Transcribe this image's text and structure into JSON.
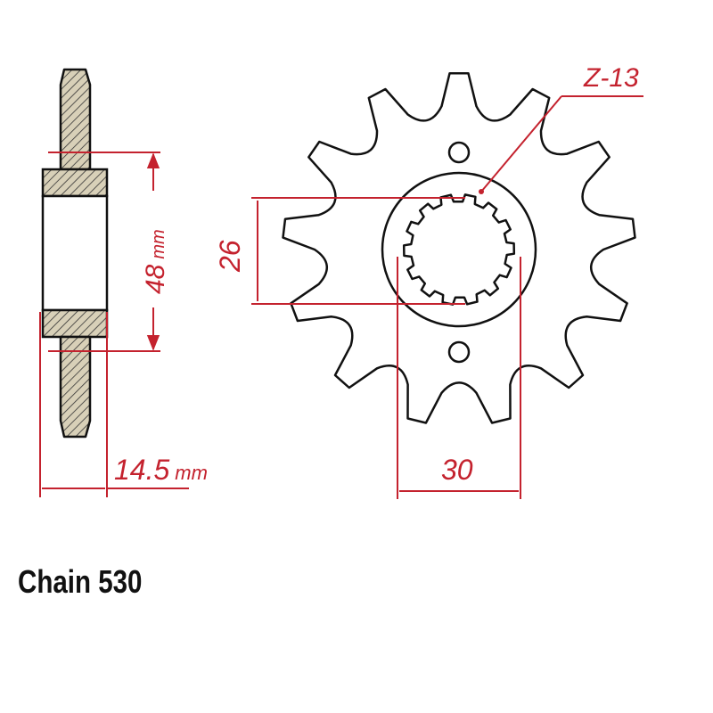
{
  "drawing": {
    "teeth": "Z-13",
    "hub_width": "48",
    "hub_width_unit": "mm",
    "thickness": "14.5",
    "thickness_unit": "mm",
    "spline_inner": "26",
    "spline_outer": "30",
    "chain": "Chain 530"
  },
  "colors": {
    "dimension": "#c4222e",
    "outline": "#111111",
    "hatch_fill": "#d8d0b8"
  }
}
